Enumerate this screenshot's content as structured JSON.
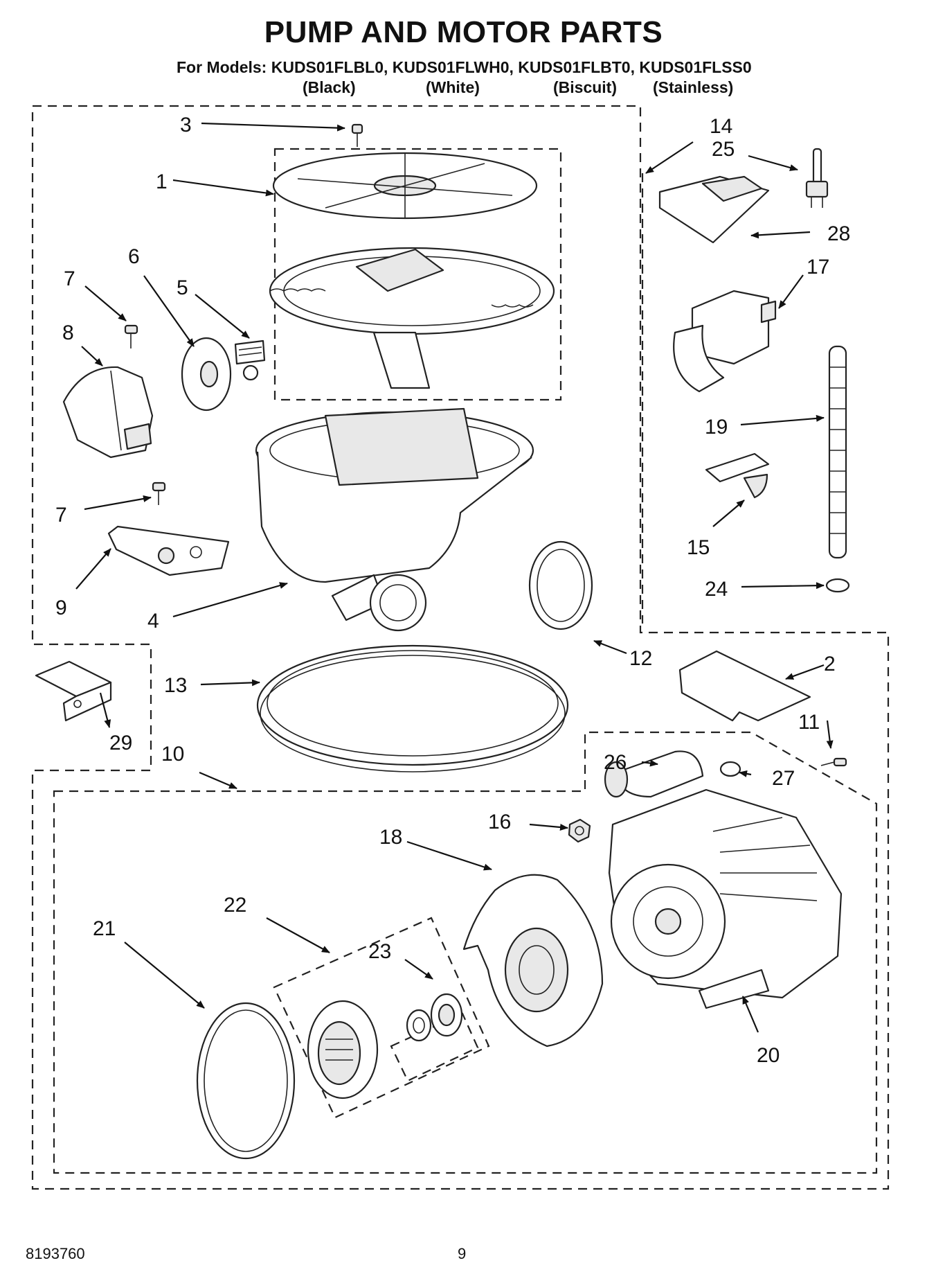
{
  "title": "PUMP AND MOTOR PARTS",
  "models_line": "For Models: KUDS01FLBL0, KUDS01FLWH0, KUDS01FLBT0, KUDS01FLSS0",
  "colors": [
    "(Black)",
    "(White)",
    "(Biscuit)",
    "(Stainless)"
  ],
  "callouts": [
    "1",
    "2",
    "3",
    "4",
    "5",
    "6",
    "7",
    "7",
    "8",
    "9",
    "10",
    "11",
    "12",
    "13",
    "14",
    "15",
    "16",
    "17",
    "18",
    "19",
    "20",
    "21",
    "22",
    "23",
    "24",
    "25",
    "26",
    "27",
    "28",
    "29"
  ],
  "footer": {
    "doc_number": "8193760",
    "page_number": "9"
  }
}
